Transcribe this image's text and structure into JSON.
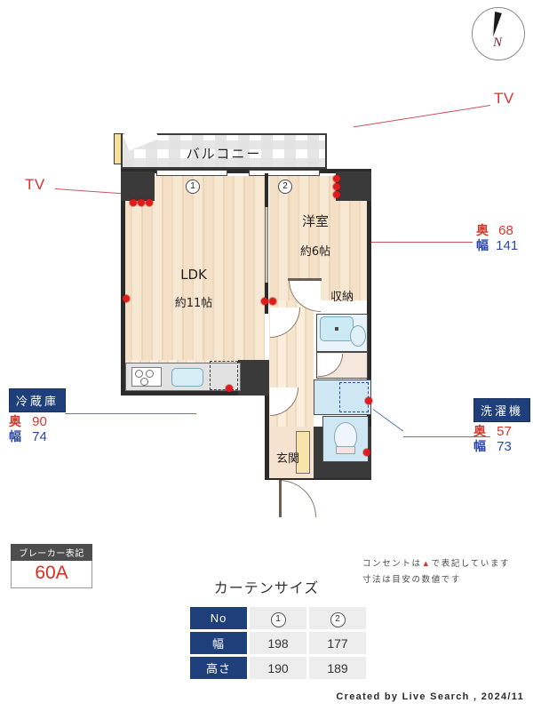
{
  "meta": {
    "credit": "Created by Live Search , 2024/11"
  },
  "compass": {
    "label": "N",
    "name": "north-arrow"
  },
  "plan": {
    "balcony_label": "バルコニー",
    "rooms": [
      {
        "name": "ldk",
        "label": "LDK",
        "size": "約11帖"
      },
      {
        "name": "western",
        "label": "洋室",
        "size": "約6帖"
      }
    ],
    "closet_label": "収納",
    "entrance_label": "玄関",
    "window_numbers": [
      "1",
      "2"
    ]
  },
  "callouts": {
    "tv_left": "TV",
    "tv_right": "TV"
  },
  "specs": {
    "closet": {
      "depth_key": "奥",
      "depth_value": "68",
      "width_key": "幅",
      "width_value": "141"
    },
    "fridge": {
      "title": "冷蔵庫",
      "depth_key": "奥",
      "depth_value": "90",
      "width_key": "幅",
      "width_value": "74"
    },
    "washer": {
      "title": "洗濯機",
      "depth_key": "奥",
      "depth_value": "57",
      "width_key": "幅",
      "width_value": "73"
    }
  },
  "breaker": {
    "title": "ブレーカー表記",
    "value": "60A"
  },
  "notes": {
    "line1_before": "コンセントは",
    "line1_symbol": "▲",
    "line1_after": "で表記しています",
    "line2": "寸法は目安の数値です"
  },
  "curtain": {
    "title": "カーテンサイズ",
    "rows": [
      {
        "header": "No",
        "c1": "1",
        "c2": "2"
      },
      {
        "header": "幅",
        "c1": "198",
        "c2": "177"
      },
      {
        "header": "高さ",
        "c1": "190",
        "c2": "189"
      }
    ]
  },
  "colors": {
    "accent_blue": "#1f3f7a",
    "depth_red": "#d03a2e",
    "width_blue": "#2a48a8",
    "tv_red": "#e03030",
    "breaker_red": "#e02b20",
    "wall": "#2b2b2b",
    "closet_yellow": "#f7e09a",
    "water_blue": "#d9ecf6"
  }
}
